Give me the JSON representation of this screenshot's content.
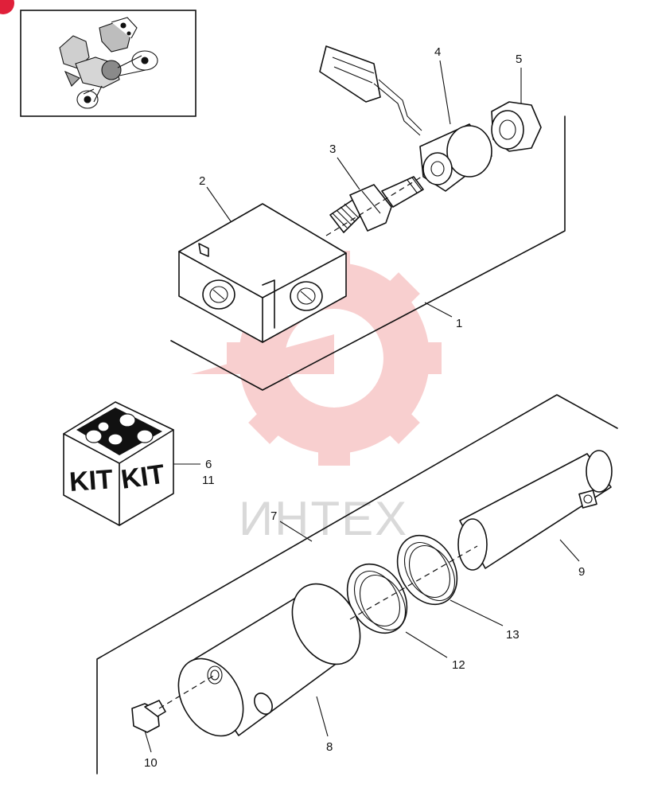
{
  "watermark": {
    "text": "ИНТЕХ",
    "color": "#f4a9a9"
  },
  "corner_badge": {
    "color": "#e0203a"
  },
  "kit_box": {
    "label_left": "KIT",
    "label_right": "KIT"
  },
  "callouts": {
    "c1": "1",
    "c2": "2",
    "c3": "3",
    "c4": "4",
    "c5": "5",
    "c6": "6",
    "c7": "7",
    "c8": "8",
    "c9": "9",
    "c10": "10",
    "c11": "11",
    "c12": "12",
    "c13": "13"
  }
}
